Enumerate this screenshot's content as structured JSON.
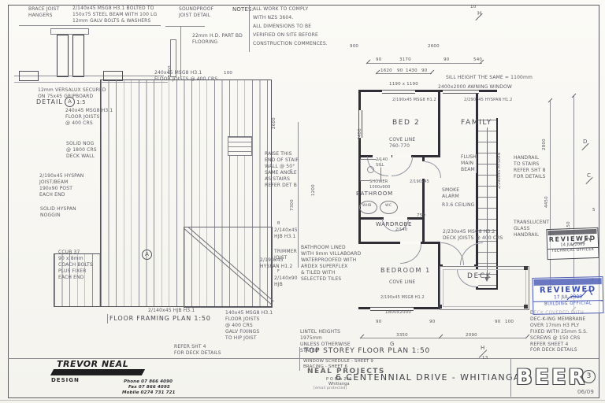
{
  "page": {
    "client": "BEER",
    "sheet_no": "3",
    "date": "06/09"
  },
  "notes": {
    "heading": "NOTES:",
    "l1": "ALL WORK TO COMPLY",
    "l2": "WITH NZS 3604.",
    "l3": "ALL DIMENSIONS TO BE",
    "l4": "VERIFIED ON SITE BEFORE",
    "l5": "CONSTRUCTION COMMENCES."
  },
  "detail_a": {
    "label": "DETAIL",
    "ref": "A",
    "scale": "1:5",
    "hangers": "BRACE JOIST\nHANGERS",
    "beam_note": "2/140x45 MSG8 H3.1 BOLTED TO\n150x75 STEEL BEAM WITH 100 LG\n12mm GALV BOLTS & WASHERS",
    "soundproof": "SOUNDPROOF\nJOIST DETAIL",
    "flooring": "22mm H.D. PART BD\nFLOORING",
    "membrane": "12mm VERSALUX SECURED\nON 75x45 GRIPBOARD",
    "joists": "240x45 MSG8 H3.1\nFLOOR JOISTS\n@ 400 CRS",
    "dim_5000": "5000",
    "dim_100": "100"
  },
  "framing": {
    "title": "FLOOR FRAMING PLAN 1:50",
    "header": "240x45 MSG8 H3.1\nFLOOR JOISTS @ 400 CRS",
    "hjb": "2/140x45 HJB H3.1",
    "deck_joists": "140x45 MSG8 H3.1\nFLOOR JOISTS\n@ 400 CRS\nGALV FIXINGS\nTO HIP JOIST",
    "refer": "REFER SHT 4\nFOR DECK DETAILS",
    "flag_b": "B",
    "flag_f": "F",
    "ref_a": "A",
    "lbl_b": "2/140x45\nHJB H3.1",
    "lbl_trimmer": "TRIMMER\nJOIST",
    "lbl_f": "2/140x90\nHJB",
    "dim_2600": "2600",
    "solid_nog": "SOLID NOG\n@ 1800 CRS\nDECK WALL",
    "hyspan_beam": "2/190x45 HYSPAN\nJOIST/BEAM\n190x90 POST\nEACH END",
    "hyspan_nog": "SOLID HYSPAN\nNOGGIN",
    "ccub": "CCUB 37\n90 x 8mm\nCOACH BOLTS\nPLUS FIXER\nEACH END"
  },
  "mid": {
    "raise_stair": "RAISE THIS\nEND OF STAIR\nWALL @ 50°\nSAME ANGLE\nAS STAIRS\nREFER DET B",
    "hyspan2": "2/190x45\nHYSPAN H1.2",
    "dim_7300": "7300",
    "dim_1200": "1200",
    "bathroom_note": "BATHROOM LINED\nWITH 9mm VILLABOARD\nWATERPROOFED WITH\nARDEX SUPERFLEX\n& TILED WITH\nSELECTED TILES",
    "lintel_note": "LINTEL HEIGHTS\n1975mm\nUNLESS OTHERWISE\nSTATED",
    "flag_c": "C"
  },
  "plan": {
    "rooms": {
      "bed2": "BED 2",
      "family": "FAMILY",
      "bathroom": "BATHROOM",
      "wardrobe": "WARDROBE",
      "bedroom1": "BEDROOM 1",
      "deck": "DECK"
    },
    "dims": {
      "d900": "900",
      "d2600": "2600",
      "d90a": "90",
      "d3170": "3170",
      "d90b": "90",
      "d540": "540",
      "d1620": "1620",
      "d90c": "90",
      "d1430": "1430",
      "d90d": "90",
      "w1190": "1190 x 1190",
      "d4400": "4400",
      "d2800": "2800",
      "d4450": "4450",
      "d9150": "9150",
      "d90e": "90",
      "d90f": "90",
      "d90g": "90",
      "d100": "100",
      "d3350": "3350",
      "d2090": "2090",
      "w1800": "1800x2000",
      "d750": "750"
    },
    "callouts": {
      "sill": "SILL HEIGHT THE SAME = 1100mm",
      "awning": "2400x2000 AWNING WINDOW",
      "lintel_bed2": "2/190x45 MSG8 H1.2",
      "lintel_family": "2/290x45 HYSPAN H1.2",
      "cove2": "COVE LINE\n760-770",
      "sill2": "2/140\nSILL",
      "shower": "SHOWER\n1000x900",
      "l2190": "2/190x45",
      "whb": "WHB",
      "wc": "WC",
      "w2140": "2/140",
      "smoke": "SMOKE\nALARM",
      "ceiling": "R3.6 CEILING",
      "flush": "FLUSH\nMAIN\nBEAM",
      "deck_joists": "2/230x45 MSG8 H3.2\nDECK JOISTS @ 400 CRS",
      "cove1": "COVE LINE",
      "lintel_bed1": "2/190x45 MSG8 H1.2",
      "glass": "TRANSLUCENT\nGLASS\nHANDRAIL",
      "handrail": "HANDRAIL\nTO STAIRS\nREFER SHT 8\nFOR DETAILS",
      "stair_beam": "2/290x45 HYSPAN",
      "deck_note": "DECK COVERED WITH\nDEC-K-ING MEMBRANE\nOVER 17mm H3 PLY\nFIXED WITH 25mm S.S.\nSCREWS @ 150 CRS\nREFER SHEET 4\nFOR DECK DETAILS"
    }
  },
  "stamps": {
    "s1": {
      "title": "REVIEWED",
      "date": "14 JUL 2009",
      "role": "TECHNICAL OFFICER"
    },
    "s2": {
      "title": "REVIEWED",
      "date": "17 JUL 2009",
      "role": "BUILDING OFFICIAL"
    }
  },
  "markers": {
    "m10": "10",
    "mh": "H",
    "md": "D",
    "mc": "C",
    "m5": "5",
    "m4": "4",
    "mg": "G",
    "mh13": "H",
    "m13": "13"
  },
  "title_block": {
    "logo": "TREVOR NEAL",
    "logo_sub": "DESIGN",
    "phone": "Phone 07 866 4090",
    "fax": "Fax 07 866 4095",
    "mobile": "Mobile 0274 731 721",
    "firm": "NEAL PROJECTS",
    "po": "P O Box 294",
    "town": "Whitianga",
    "email": "[email protected]",
    "drawing": "TOP STOREY FLOOR PLAN 1:50",
    "sub1": "WINDOW SCHEDULE - SHEET 9",
    "sub2": "BRACING - SHEET 6",
    "project": "6 CENTENNIAL DRIVE - WHITIANGA"
  }
}
